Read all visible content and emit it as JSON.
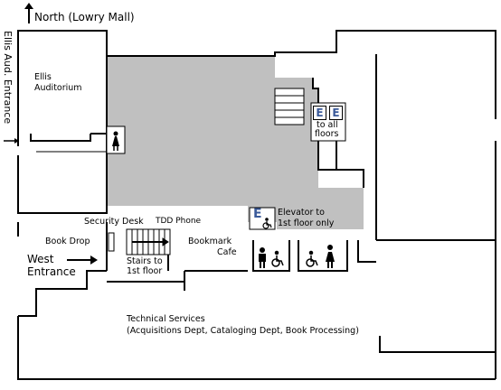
{
  "compass": {
    "label": "North (Lowry Mall)"
  },
  "entrances": {
    "ellis": "Ellis Aud. Entrance",
    "west_line1": "West",
    "west_line2": "Entrance"
  },
  "rooms": {
    "ellis_auditorium_1": "Ellis",
    "ellis_auditorium_2": "Auditorium",
    "security_desk": "Security Desk",
    "tdd_phone": "TDD Phone",
    "book_drop": "Book Drop",
    "stairs_1": "Stairs to",
    "stairs_2": "1st floor",
    "bookmark_1": "Bookmark",
    "bookmark_2": "Cafe",
    "elevator_1": "Elevator to",
    "elevator_2": "1st floor only",
    "elevators_all_1": "to all",
    "elevators_all_2": "floors",
    "tech_1": "Technical Services",
    "tech_2": "(Acquisitions Dept, Cataloging Dept, Book Processing)"
  },
  "symbols": {
    "elevator_letter": "E"
  },
  "colors": {
    "shaded_area": "#c0c0c0",
    "walls": "#000000",
    "elevator_icon": "#3a5a9a"
  }
}
